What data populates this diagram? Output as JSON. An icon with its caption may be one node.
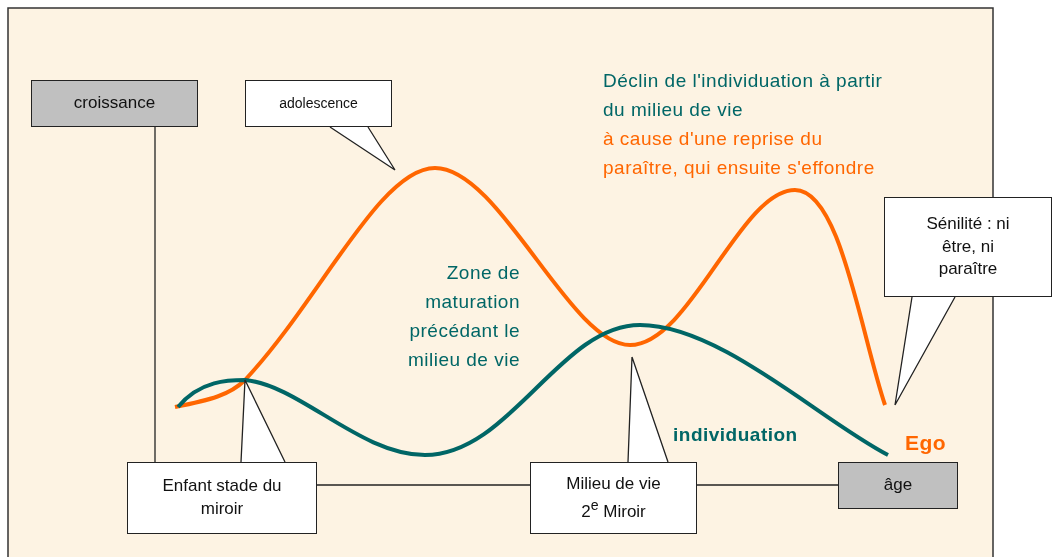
{
  "diagram": {
    "nodes": [
      {
        "text": [
          "croissance"
        ]
      },
      {
        "text": [
          "adolescence"
        ]
      },
      {
        "text": [
          "Enfant stade du miroir"
        ]
      },
      {
        "text": [
          "Milieu de vie 2$^{e}$ Miroir"
        ]
      },
      {
        "text": [
          "âge"
        ]
      },
      {
        "text": [
          "Sénilité : ni être, ni paraître"
        ]
      }
    ],
    "edges": [
      {
        "from": 0,
        "to": 2,
        "arrow": "none"
      },
      {
        "from": 2,
        "to": 3,
        "arrow": "none"
      },
      {
        "from": 3,
        "to": 4,
        "arrow": "none"
      },
      {
        "from": 1,
        "to": null,
        "arrow": "none"
      },
      {
        "from": 2,
        "to": null,
        "arrow": "none"
      },
      {
        "from": 3,
        "to": null,
        "arrow": "none"
      },
      {
        "from": 5,
        "to": null,
        "arrow": "none"
      }
    ],
    "labels": [
      "Déclin de l'individuation à partir du milieu de vie",
      "à cause d'une reprise du paraître, qui ensuite s'effondre",
      "Zone de maturation précédant le milieu de vie",
      "individuation",
      "Ego"
    ]
  }
}
